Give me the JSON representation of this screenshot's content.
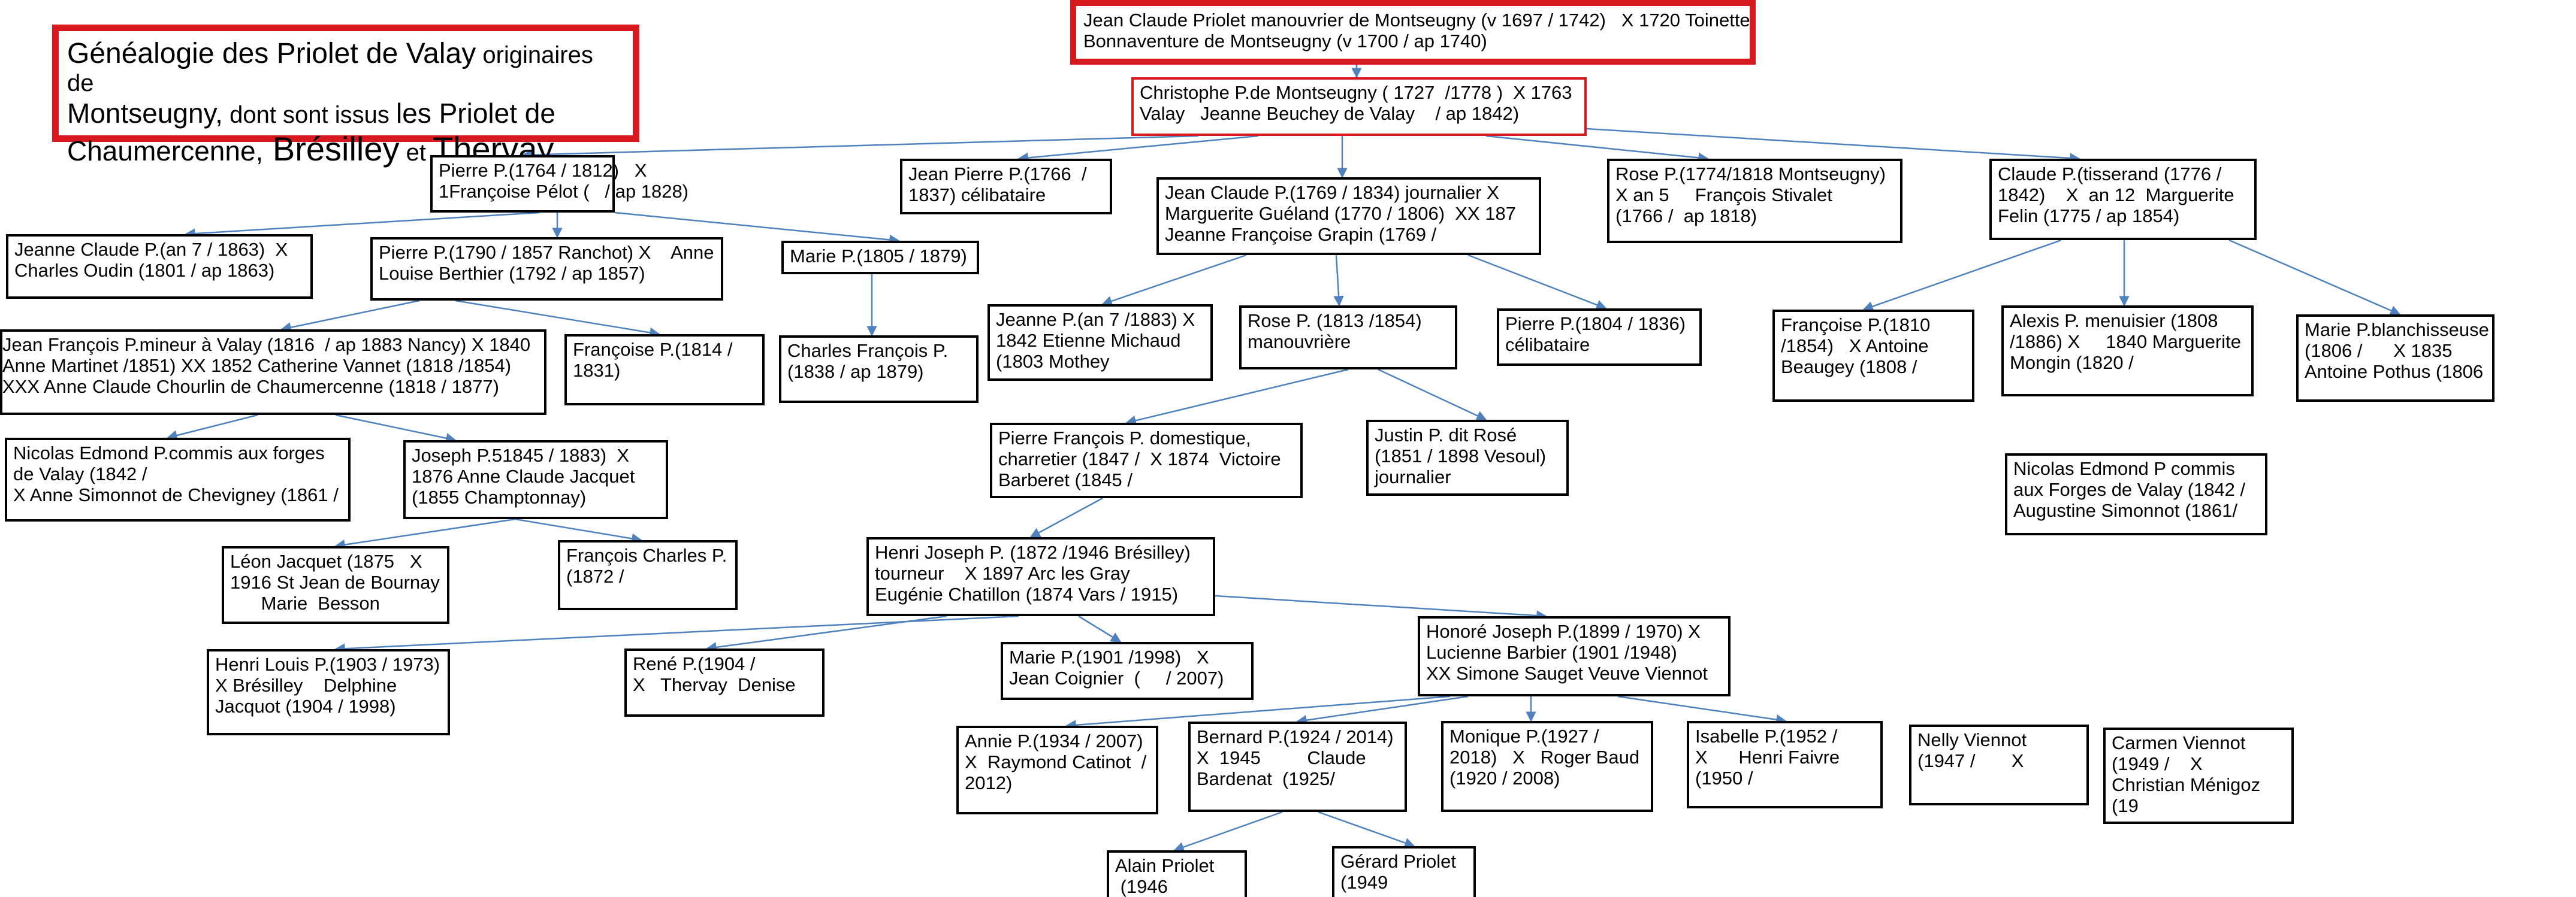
{
  "title": {
    "p1": " Généalogie des Priolet de Valay",
    "p2": " originaires de ",
    "p3": "Montseugny,",
    "p4": " dont sont issus ",
    "p5": "les Priolet de ",
    "p6": "Chaumercenne,",
    "p7": " Brésilley",
    "p8": " et ",
    "p9": "Thervay"
  },
  "colors": {
    "accent": "#d71920",
    "link": "#4f81bd",
    "border": "#000000"
  },
  "nodes": {
    "jc_montseugny": "Jean Claude Priolet manouvrier de Montseugny (v 1697 / 1742)   X 1720 Toinette\nBonnaventure de Montseugny (v 1700 / ap 1740)",
    "christophe": "Christophe P.de Montseugny ( 1727  /1778 )  X 1763\nValay   Jeanne Beuchey de Valay    / ap 1842)",
    "pierre_1764": "Pierre P.(1764 / 1812)   X\n1Françoise Pélot (   / ap 1828)",
    "jean_pierre_1766": "Jean Pierre P.(1766  /\n1837) célibataire",
    "jc_1769": "Jean Claude P.(1769 / 1834) journalier X\nMarguerite Guéland (1770 / 1806)  XX 187\nJeanne Françoise Grapin (1769 /",
    "rose_1774": "Rose P.(1774/1818 Montseugny)\nX an 5     François Stivalet\n(1766 /  ap 1818)",
    "claude_1776": "Claude P.(tisserand (1776 /\n1842)    X  an 12  Marguerite\nFelin (1775 / ap 1854)",
    "jeanne_claude_an7": "Jeanne Claude P.(an 7 / 1863)  X\nCharles Oudin (1801 / ap 1863)",
    "pierre_1790": "Pierre P.(1790 / 1857 Ranchot) X    Anne\nLouise Berthier (1792 / ap 1857)",
    "marie_1805": "Marie P.(1805 / 1879)",
    "jeanne_an7": "Jeanne P.(an 7 /1883) X\n1842 Etienne Michaud\n(1803 Mothey",
    "rose_1813": "Rose P. (1813 /1854)\nmanouvrière",
    "pierre_1804": "Pierre P.(1804 / 1836)\ncélibataire",
    "francoise_1810": "Françoise P.(1810\n/1854)   X Antoine\nBeaugey (1808 /",
    "alexis": "Alexis P. menuisier (1808\n/1886) X     1840 Marguerite\nMongin (1820 /",
    "marie_blanch": "Marie P.blanchisseuse\n(1806 /      X 1835\nAntoine Pothus (1806",
    "jean_francois": "Jean François P.mineur à Valay (1816  / ap 1883 Nancy) X 1840\nAnne Martinet /1851) XX 1852 Catherine Vannet (1818 /1854)\nXXX Anne Claude Chourlin de Chaumercenne (1818 / 1877)",
    "francoise_1814": "Françoise P.(1814 /\n1831)",
    "charles_francois": "Charles François P.\n(1838 / ap 1879)",
    "pierre_francois": "Pierre François P. domestique,\ncharretier (1847 /  X 1874  Victoire\nBarberet (1845 /",
    "justin": "Justin P. dit Rosé\n(1851 / 1898 Vesoul)\njournalier",
    "nicolas_edmond_a": "Nicolas Edmond P.commis aux forges\nde Valay (1842 /\nX Anne Simonnot de Chevigney (1861 /",
    "joseph_1845": "Joseph P.51845 / 1883)  X\n1876 Anne Claude Jacquet\n(1855 Champtonnay)",
    "nicolas_edmond_b": "Nicolas Edmond P commis\naux Forges de Valay (1842 /\nAugustine Simonnot (1861/",
    "leon": "Léon Jacquet (1875   X\n1916 St Jean de Bournay\n      Marie  Besson",
    "francois_charles": "François Charles P.\n(1872 /",
    "henri_joseph": "Henri Joseph P. (1872 /1946 Brésilley)\ntourneur    X 1897 Arc les Gray\nEugénie Chatillon (1874 Vars / 1915)",
    "henri_louis": "Henri Louis P.(1903 / 1973)\nX Brésilley    Delphine\nJacquot (1904 / 1998)",
    "rene": "René P.(1904 /\nX   Thervay  Denise",
    "marie_1901": "Marie P.(1901 /1998)   X\nJean Coignier  (     / 2007)",
    "honore": "Honoré Joseph P.(1899 / 1970) X\nLucienne Barbier (1901 /1948)\nXX Simone Sauget Veuve Viennot",
    "annie": "Annie P.(1934 / 2007)\nX  Raymond Catinot  /\n2012)",
    "bernard": "Bernard P.(1924 / 2014)\nX  1945         Claude\nBardenat  (1925/",
    "monique": "Monique P.(1927 /\n2018)   X   Roger Baud\n(1920 / 2008)",
    "isabelle": "Isabelle P.(1952 /\nX      Henri Faivre\n(1950 /",
    "nelly": "Nelly Viennot\n(1947 /       X",
    "carmen": "Carmen Viennot\n(1949 /    X\nChristian Ménigoz\n(19",
    "alain": "Alain Priolet\n (1946",
    "gerard": "Gérard Priolet\n(1949"
  }
}
